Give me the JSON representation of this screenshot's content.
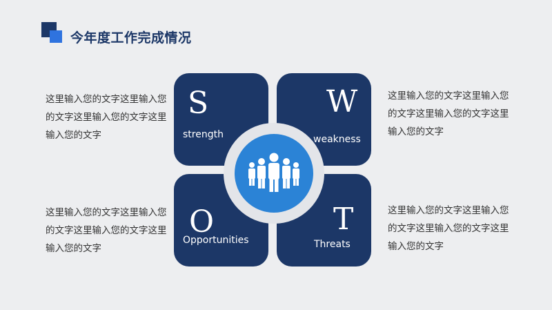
{
  "title": "今年度工作完成情况",
  "paragraphs": {
    "top_left": "这里输入您的文字这里输入您的文字这里输入您的文字这里输入您的文字",
    "bottom_left": "这里输入您的文字这里输入您的文字这里输入您的文字这里输入您的文字",
    "top_right": "这里输入您的文字这里输入您的文字这里输入您的文字这里输入您的文字",
    "bottom_right": "这里输入您的文字这里输入您的文字这里输入您的文字这里输入您的文字"
  },
  "swot": {
    "s": {
      "letter": "S",
      "word": "strength"
    },
    "w": {
      "letter": "W",
      "word": "weakness"
    },
    "o": {
      "letter": "O",
      "word": "Opportunities"
    },
    "t": {
      "letter": "T",
      "word": "Threats"
    }
  },
  "colors": {
    "navy": "#1c3767",
    "accent_blue": "#2f73df",
    "hub_blue": "#2b83d6",
    "background": "#edeef0"
  },
  "icons": {
    "hub": "people-group-icon"
  }
}
